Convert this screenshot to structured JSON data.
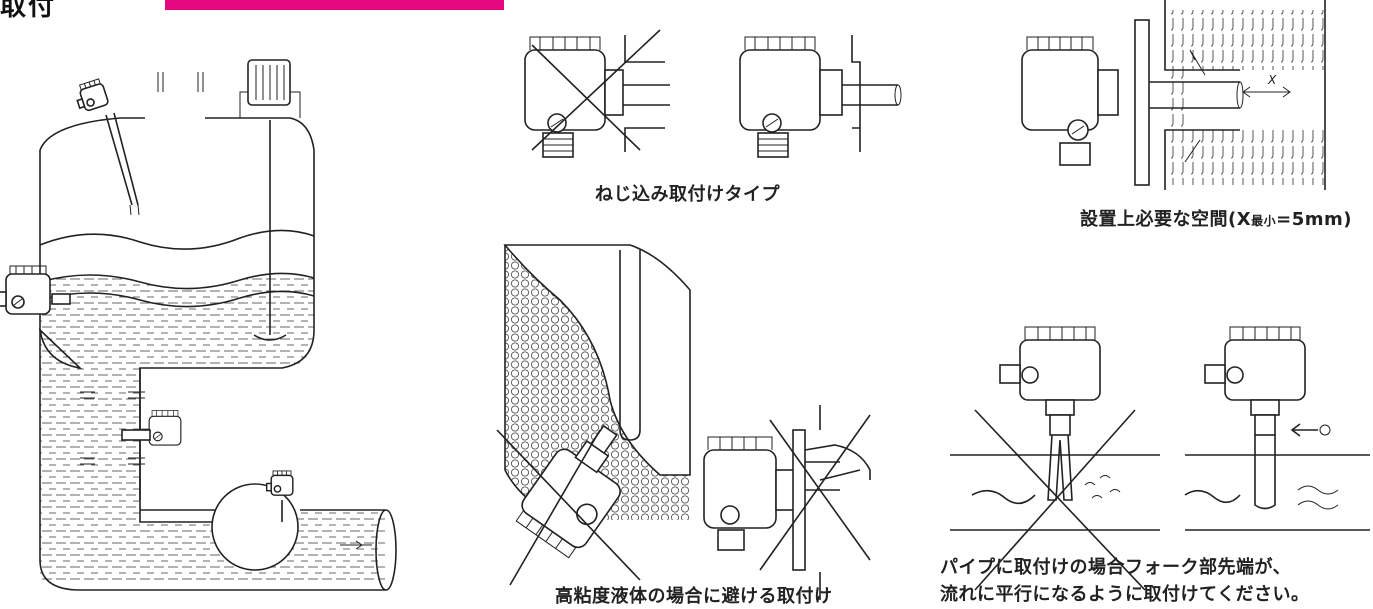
{
  "header": {
    "title_fragment": "取付",
    "accent_color": "#e4097f"
  },
  "captions": {
    "thread_type": "ねじ込み取付けタイプ",
    "clearance_prefix": "設置上必要な空間(X",
    "clearance_sub": "最小",
    "clearance_suffix": "=5mm)",
    "viscous": "高粘度液体の場合に避ける取付け",
    "pipe_line1": "パイプに取付けの場合フォーク部先端が、",
    "pipe_line2": "流れに平行になるように取付けてください。"
  },
  "annotations": {
    "dimension_x": "X"
  }
}
